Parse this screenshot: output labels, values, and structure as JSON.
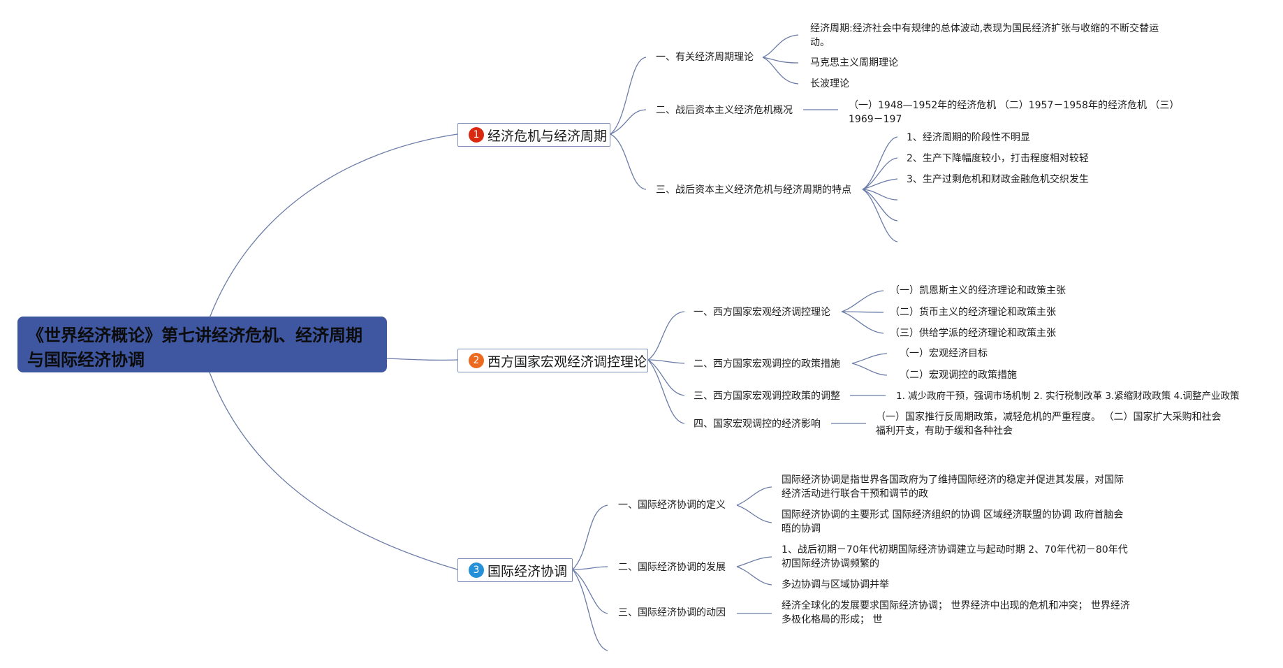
{
  "root": {
    "line1": "《世界经济概论》第七讲经济危机、经济周期",
    "line2": "与国际经济协调",
    "fill": "#3f56a0"
  },
  "colors": {
    "badge1": "#d9290f",
    "badge2": "#ec6a1f",
    "badge3": "#2490d8",
    "line": "#6b7ca8"
  },
  "branches": [
    {
      "num": "1",
      "title": "经济危机与经济周期",
      "subs": [
        {
          "label": "一、有关经济周期理论",
          "leaves": [
            "经济周期:经济社会中有规律的总体波动,表现为国民经济扩张与收缩的不断交替运动。",
            "马克思主义周期理论",
            "长波理论"
          ]
        },
        {
          "label": "二、战后资本主义经济危机概况",
          "leaves": [
            "（一）1948—1952年的经济危机 （二）1957－1958年的经济危机 （三）1969－197"
          ]
        },
        {
          "label": "三、战后资本主义经济危机与经济周期的特点",
          "leaves": [
            "1、经济周期的阶段性不明显",
            "2、生产下降幅度较小，打击程度相对较轻",
            "3、生产过剩危机和财政金融危机交织发生"
          ]
        }
      ]
    },
    {
      "num": "2",
      "title": "西方国家宏观经济调控理论",
      "subs": [
        {
          "label": "一、西方国家宏观经济调控理论",
          "leaves": [
            "（一）凯恩斯主义的经济理论和政策主张",
            "（二）货币主义的经济理论和政策主张",
            "（三）供给学派的经济理论和政策主张"
          ]
        },
        {
          "label": "二、西方国家宏观调控的政策措施",
          "leaves": [
            "（一）宏观经济目标",
            "（二）宏观调控的政策措施"
          ]
        },
        {
          "label": "三、西方国家宏观调控政策的调整",
          "leaves": [
            "1. 减少政府干预，强调市场机制 2. 实行税制改革 3.紧缩财政政策 4.调整产业政策"
          ]
        },
        {
          "label": "四、国家宏观调控的经济影响",
          "leaves": [
            "（一）国家推行反周期政策，减轻危机的严重程度。 （二）国家扩大采购和社会福利开支，有助于缓和各种社会"
          ]
        }
      ]
    },
    {
      "num": "3",
      "title": "国际经济协调",
      "subs": [
        {
          "label": "一、国际经济协调的定义",
          "leaves": [
            "国际经济协调是指世界各国政府为了维持国际经济的稳定并促进其发展，对国际经济活动进行联合干预和调节的政",
            "国际经济协调的主要形式 国际经济组织的协调 区域经济联盟的协调 政府首脑会晤的协调"
          ]
        },
        {
          "label": "二、国际经济协调的发展",
          "leaves": [
            "1、战后初期－70年代初期国际经济协调建立与起动时期 2、70年代初－80年代初国际经济协调频繁的",
            "多边协调与区域协调并举"
          ]
        },
        {
          "label": "三、国际经济协调的动因",
          "leaves": [
            "经济全球化的发展要求国际经济协调； 世界经济中出现的危机和冲突； 世界经济多极化格局的形成； 世"
          ]
        }
      ]
    }
  ]
}
